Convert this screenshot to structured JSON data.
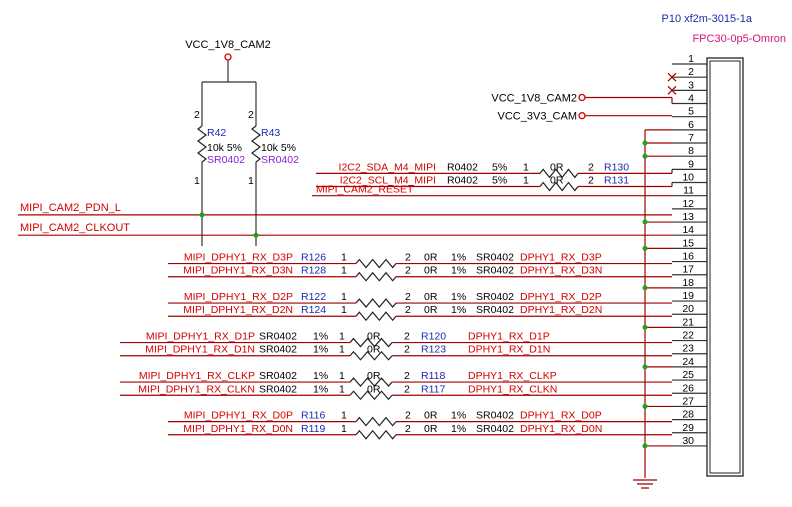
{
  "connector": {
    "ref": "P10",
    "part": "xf2m-3015-1a",
    "footprint": "FPC30-0p5-Omron",
    "pins": [
      "1",
      "2",
      "3",
      "4",
      "5",
      "6",
      "7",
      "8",
      "9",
      "10",
      "11",
      "12",
      "13",
      "14",
      "15",
      "16",
      "17",
      "18",
      "19",
      "20",
      "21",
      "22",
      "23",
      "24",
      "25",
      "26",
      "27",
      "28",
      "29",
      "30"
    ]
  },
  "power": {
    "top_rail": "VCC_1V8_CAM2",
    "pin4_rail": "VCC_1V8_CAM2",
    "pin5_rail": "VCC_3V3_CAM"
  },
  "pullups": [
    {
      "ref": "R42",
      "value": "10k 5%",
      "footprint": "SR0402",
      "pin_top": "2",
      "pin_bottom": "1"
    },
    {
      "ref": "R43",
      "value": "10k 5%",
      "footprint": "SR0402",
      "pin_top": "2",
      "pin_bottom": "1"
    }
  ],
  "i2c": [
    {
      "net": "I2C2_SDA_M4_MIPI",
      "fp": "R0402",
      "tol": "5%",
      "p1": "1",
      "value": "0R",
      "p2": "2",
      "ref": "R130"
    },
    {
      "net": "I2C2_SCL_M4_MIPI",
      "fp": "R0402",
      "tol": "5%",
      "p1": "1",
      "value": "0R",
      "p2": "2",
      "ref": "R131"
    }
  ],
  "nets": {
    "reset": "MIPI_CAM2_RESET",
    "pdn": "MIPI_CAM2_PDN_L",
    "clkout": "MIPI_CAM2_CLKOUT"
  },
  "pairs_a": [
    {
      "left": "MIPI_DPHY1_RX_D3P",
      "ref": "R126",
      "p1": "1",
      "p2": "2",
      "value": "0R",
      "tol": "1%",
      "fp": "SR0402",
      "right": "DPHY1_RX_D3P"
    },
    {
      "left": "MIPI_DPHY1_RX_D3N",
      "ref": "R128",
      "p1": "1",
      "p2": "2",
      "value": "0R",
      "tol": "1%",
      "fp": "SR0402",
      "right": "DPHY1_RX_D3N"
    },
    {
      "left": "MIPI_DPHY1_RX_D2P",
      "ref": "R122",
      "p1": "1",
      "p2": "2",
      "value": "0R",
      "tol": "1%",
      "fp": "SR0402",
      "right": "DPHY1_RX_D2P"
    },
    {
      "left": "MIPI_DPHY1_RX_D2N",
      "ref": "R124",
      "p1": "1",
      "p2": "2",
      "value": "0R",
      "tol": "1%",
      "fp": "SR0402",
      "right": "DPHY1_RX_D2N"
    }
  ],
  "pairs_b": [
    {
      "left": "MIPI_DPHY1_RX_D1P",
      "fp": "SR0402",
      "tol": "1%",
      "p1": "1",
      "value": "0R",
      "p2": "2",
      "ref": "R120",
      "right": "DPHY1_RX_D1P"
    },
    {
      "left": "MIPI_DPHY1_RX_D1N",
      "fp": "SR0402",
      "tol": "1%",
      "p1": "1",
      "value": "0R",
      "p2": "2",
      "ref": "R123",
      "right": "DPHY1_RX_D1N"
    },
    {
      "left": "MIPI_DPHY1_RX_CLKP",
      "fp": "SR0402",
      "tol": "1%",
      "p1": "1",
      "value": "0R",
      "p2": "2",
      "ref": "R118",
      "right": "DPHY1_RX_CLKP"
    },
    {
      "left": "MIPI_DPHY1_RX_CLKN",
      "fp": "SR0402",
      "tol": "1%",
      "p1": "1",
      "value": "0R",
      "p2": "2",
      "ref": "R117",
      "right": "DPHY1_RX_CLKN"
    }
  ],
  "pairs_c": [
    {
      "left": "MIPI_DPHY1_RX_D0P",
      "ref": "R116",
      "p1": "1",
      "p2": "2",
      "value": "0R",
      "tol": "1%",
      "fp": "SR0402",
      "right": "DPHY1_RX_D0P"
    },
    {
      "left": "MIPI_DPHY1_RX_D0N",
      "ref": "R119",
      "p1": "1",
      "p2": "2",
      "value": "0R",
      "tol": "1%",
      "fp": "SR0402",
      "right": "DPHY1_RX_D0N"
    }
  ]
}
